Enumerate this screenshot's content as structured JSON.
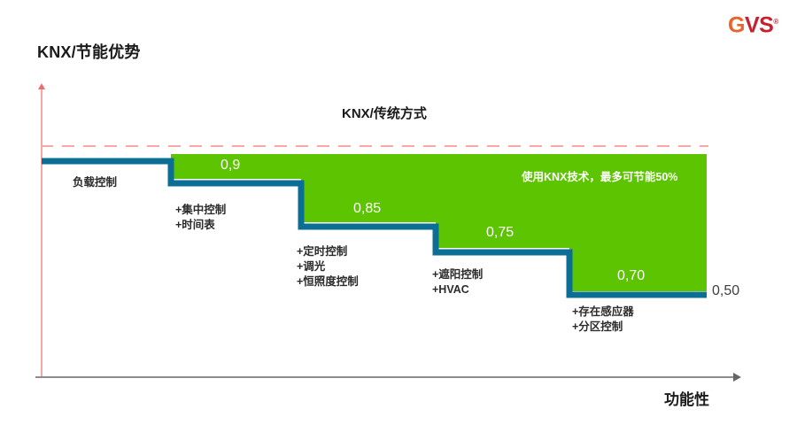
{
  "brand": {
    "logo_text": "GVS",
    "logo_first_letter": "G",
    "logo_rest": "VS",
    "trademark": "®",
    "primary_color": "#c8202e",
    "accent_color": "#e8642a"
  },
  "slide": {
    "title": "KNX/节能优势"
  },
  "chart_data": {
    "type": "area",
    "title": "KNX/传统方式",
    "xlabel": "功能性",
    "ylabel": "",
    "grid": false,
    "legend": "none",
    "reference_line": {
      "value": 1.0,
      "style": "dashed",
      "color": "#f9a8a8",
      "label": ""
    },
    "callout": "使用KNX技术，最多可节能50%",
    "final_value_label": "0,50",
    "series_color_fill": "#5cc400",
    "series_color_line": "#0b6e94",
    "steps": [
      {
        "value_label": "",
        "value": 1.0,
        "annotation": "负载控制",
        "annotation_lines": [
          "负载控制"
        ]
      },
      {
        "value_label": "0,9",
        "value": 0.9,
        "annotation": "+集中控制\n+时间表",
        "annotation_lines": [
          "+集中控制",
          "+时间表"
        ]
      },
      {
        "value_label": "0,85",
        "value": 0.85,
        "annotation": "+定时控制\n+调光\n+恒照度控制",
        "annotation_lines": [
          "+定时控制",
          "+调光",
          "+恒照度控制"
        ]
      },
      {
        "value_label": "0,75",
        "value": 0.75,
        "annotation": "+遮阳控制\n+HVAC",
        "annotation_lines": [
          "+遮阳控制",
          "+HVAC"
        ]
      },
      {
        "value_label": "0,70",
        "value": 0.7,
        "annotation": "+存在感应器\n+分区控制",
        "annotation_lines": [
          "+存在感应器",
          "+分区控制"
        ]
      }
    ]
  }
}
